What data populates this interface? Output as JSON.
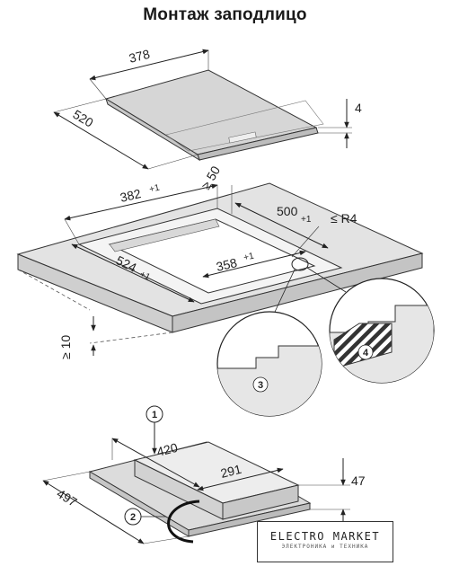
{
  "title": "Монтаж заподлицо",
  "dimensions": {
    "hob_width": "378",
    "hob_depth": "520",
    "hob_thickness": "4",
    "cutout_outer_width": "382",
    "cutout_outer_width_tol": "+1",
    "min_distance_wall": "≥ 50",
    "cutout_outer_depth": "500",
    "cutout_outer_depth_tol": "+1",
    "corner_radius": "≤ R4",
    "cutout_depth": "524",
    "cutout_depth_tol": "+1",
    "cutout_inner_width": "358",
    "cutout_inner_width_tol": "+1",
    "min_worktop_thickness": "≥ 10",
    "bottom_depth": "420",
    "bottom_width": "291",
    "bottom_height": "47",
    "bottom_total_depth": "497"
  },
  "callouts": {
    "c1": "1",
    "c2": "2",
    "c3": "3",
    "c4": "4"
  },
  "watermark": {
    "brand": "ELECTRO MARKET",
    "sub": "ЭЛЕКТРОНИКА и ТЕХНИКА"
  }
}
